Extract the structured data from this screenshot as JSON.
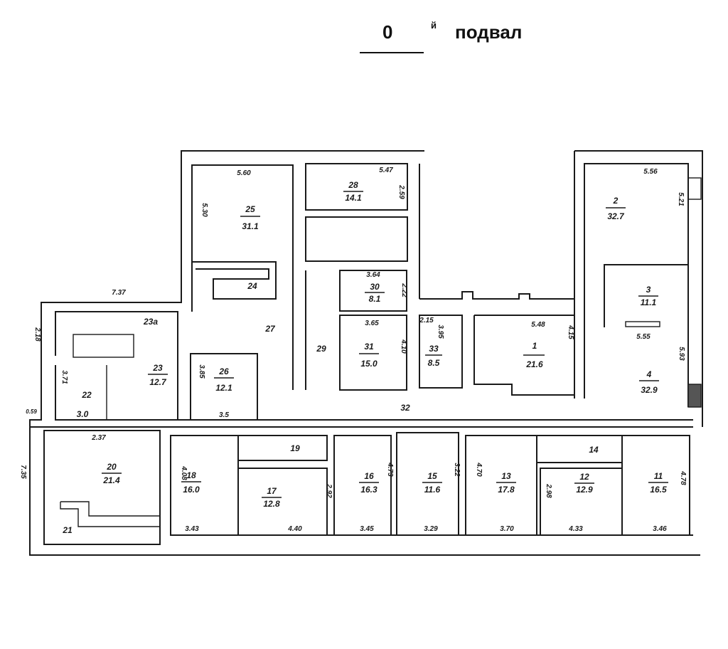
{
  "header": {
    "floor_number": "0",
    "suffix": "й",
    "floor_name": "подвал"
  },
  "rooms": [
    {
      "num": "25",
      "area": "31.1"
    },
    {
      "num": "28",
      "area": "14.1"
    },
    {
      "num": "30",
      "area": "8.1"
    },
    {
      "num": "31",
      "area": "15.0"
    },
    {
      "num": "33",
      "area": "8.5"
    },
    {
      "num": "1",
      "area": "21.6"
    },
    {
      "num": "2",
      "area": "32.7"
    },
    {
      "num": "3",
      "area": "11.1"
    },
    {
      "num": "4",
      "area": "32.9"
    },
    {
      "num": "23",
      "area": "12.7"
    },
    {
      "num": "22",
      "area": "3.0"
    },
    {
      "num": "26",
      "area": "12.1"
    },
    {
      "num": "20",
      "area": "21.4"
    },
    {
      "num": "18",
      "area": "16.0"
    },
    {
      "num": "17",
      "area": "12.8"
    },
    {
      "num": "16",
      "area": "16.3"
    },
    {
      "num": "15",
      "area": "11.6"
    },
    {
      "num": "13",
      "area": "17.8"
    },
    {
      "num": "12",
      "area": "12.9"
    },
    {
      "num": "11",
      "area": "16.5"
    }
  ],
  "spaces": [
    "24",
    "27",
    "23а",
    "29",
    "32",
    "21",
    "19",
    "14"
  ],
  "dimensions": [
    "5.60",
    "5.30",
    "5.47",
    "2.59",
    "3.64",
    "2.22",
    "3.65",
    "4.10",
    "2.15",
    "3.95",
    "5.48",
    "4.15",
    "5.56",
    "5.21",
    "5.55",
    "5.93",
    "7.37",
    "2.18",
    "0.59",
    "3.71",
    "3.85",
    "3.5",
    "2.37",
    "7.35",
    "4.08",
    "3.43",
    "2.92",
    "4.40",
    "4.73",
    "3.45",
    "3.22",
    "3.29",
    "4.70",
    "3.70",
    "2.98",
    "4.33",
    "4.78",
    "3.46"
  ]
}
